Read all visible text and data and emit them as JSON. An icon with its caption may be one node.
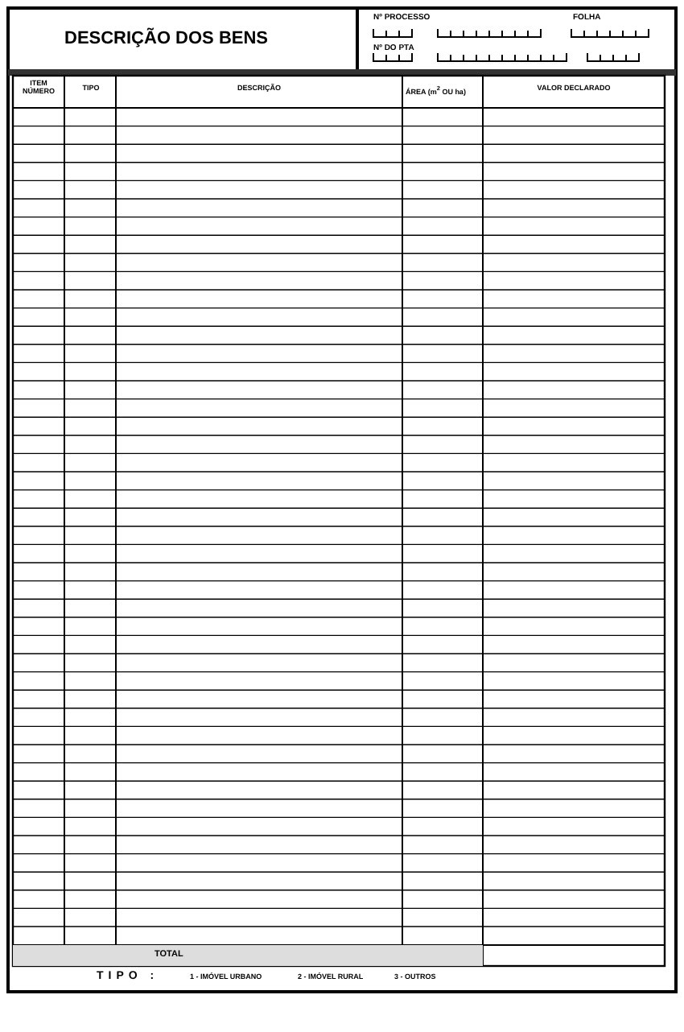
{
  "diagram": {
    "title": "DESCRIÇÃO DOS BENS",
    "labels": [
      "Nº PROCESSO",
      "FOLHA",
      "Nº DO PTA",
      "ITEM NÚMERO",
      "TIPO",
      "DESCRIÇÃO",
      "ÁREA (m$^{2}$ OU ha)",
      "VALOR DECLARADO",
      "TOTAL",
      "TIPO :",
      "1 - IMÓVEL URBANO",
      "2 - IMÓVEL RURAL",
      "3 - OUTROS"
    ]
  }
}
